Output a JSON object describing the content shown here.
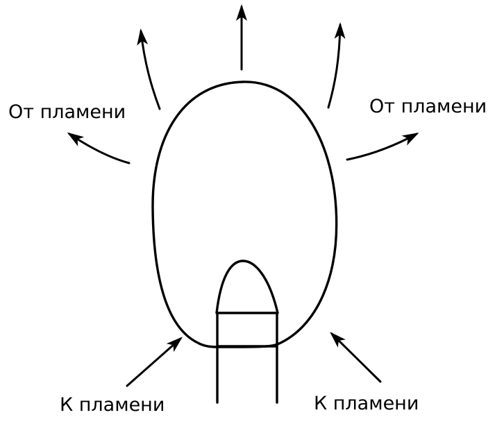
{
  "labels": {
    "from_flame_left": "От пламени",
    "from_flame_right": "От пламени",
    "to_flame_left": "К пламени",
    "to_flame_right": "К пламени"
  },
  "colors": {
    "ink": "#000000",
    "background": "#ffffff"
  }
}
